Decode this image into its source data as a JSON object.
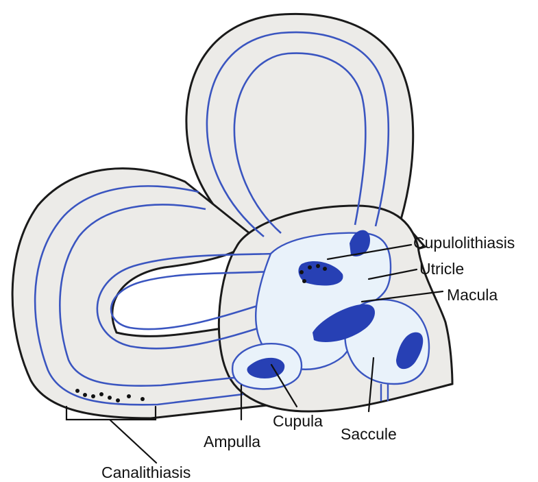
{
  "labels": {
    "cupulolithiasis": "Cupulolithiasis",
    "utricle": "Utricle",
    "macula": "Macula",
    "cupula": "Cupula",
    "saccule": "Saccule",
    "ampulla": "Ampulla",
    "canalithiasis": "Canalithiasis"
  },
  "colors": {
    "bony_fill": "#ecebe8",
    "bony_outline": "#1a1a1a",
    "membranous_fill": "#e9f2fa",
    "membrane_line": "#3a55c0",
    "sensory_epithelium": "#2740b4",
    "otoconia": "#111111"
  }
}
